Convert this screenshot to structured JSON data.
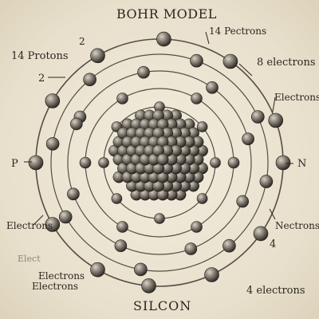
{
  "title": "BOHR MODEL",
  "footer": "SILCON",
  "labels": {
    "top_left_2": "2",
    "protons_left": "14 Protons",
    "mid_left_2": "2",
    "left_p": "P",
    "left_electrons": "Electrons",
    "faint_elec": "Elect",
    "bottom_electrons_1": "Electrons",
    "bottom_electrons_2": "Electrons",
    "top_right_pectrons": "14 Pectrons",
    "right_8_electrons": "8 electrons",
    "right_electrons": "Electrons",
    "right_n": "N",
    "right_nectrons": "Nectrons",
    "right_4": "4",
    "bottom_4_electrons": "4 electrons"
  },
  "colors": {
    "ink": "#2b2620",
    "paper": "#ece5d3",
    "sphere_light": "#bdb6aa",
    "sphere_dark": "#2e2a25"
  }
}
